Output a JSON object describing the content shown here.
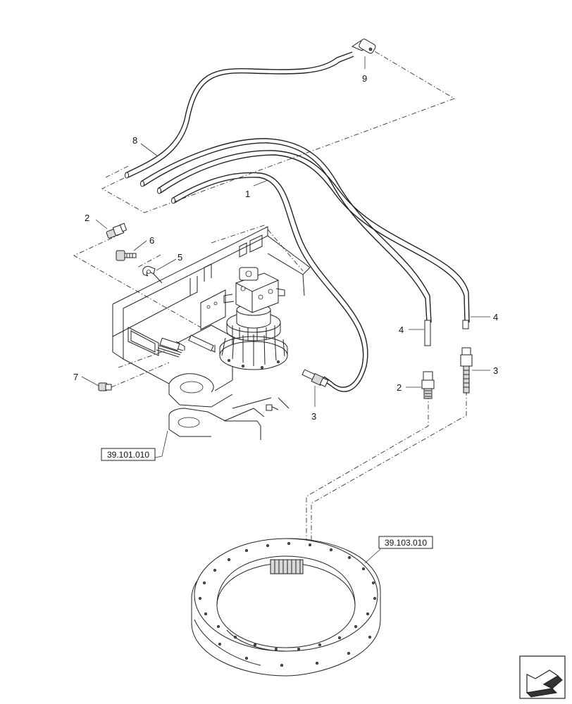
{
  "callouts": [
    {
      "id": "c9",
      "text": "9"
    },
    {
      "id": "c8",
      "text": "8"
    },
    {
      "id": "c1",
      "text": "1"
    },
    {
      "id": "c2a",
      "text": "2"
    },
    {
      "id": "c6",
      "text": "6"
    },
    {
      "id": "c5",
      "text": "5"
    },
    {
      "id": "c7",
      "text": "7"
    },
    {
      "id": "c3a",
      "text": "3"
    },
    {
      "id": "c4a",
      "text": "4"
    },
    {
      "id": "c4b",
      "text": "4"
    },
    {
      "id": "c3b",
      "text": "3"
    },
    {
      "id": "c2b",
      "text": "2"
    }
  ],
  "refs": {
    "ref1": "39.101.010",
    "ref2": "39.103.010"
  },
  "nav_icon": "previous-page-arrow-icon"
}
